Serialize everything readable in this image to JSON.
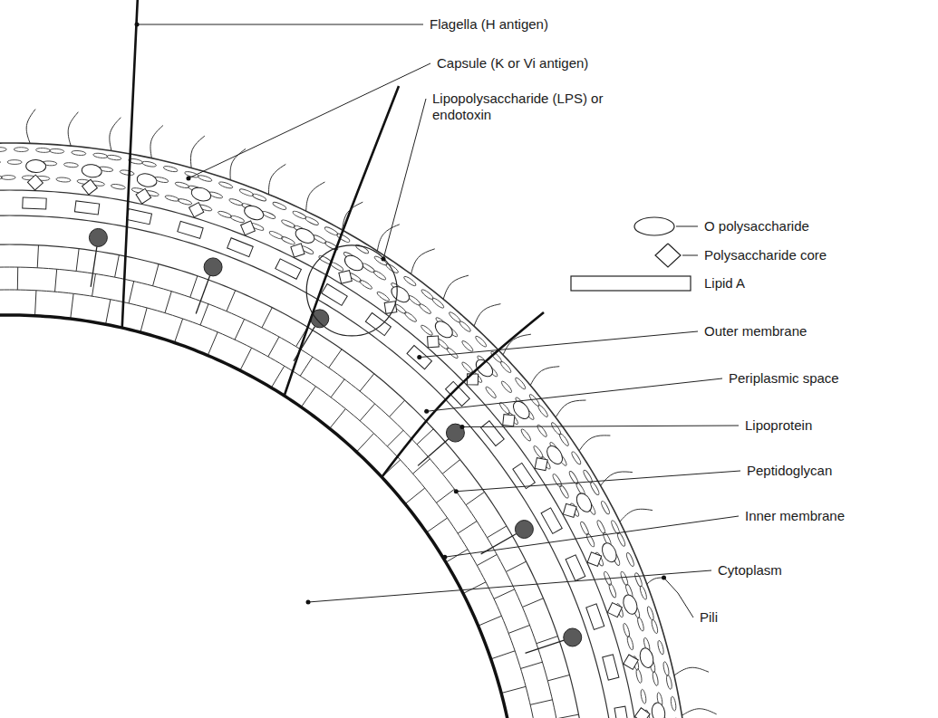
{
  "diagram": {
    "labels": [
      "Flagella (H antigen)",
      "Capsule (K or Vi antigen)",
      "Lipopolysaccharide (LPS) or endotoxin",
      "Outer membrane",
      "Periplasmic space",
      "Lipoprotein",
      "Peptidoglycan",
      "Inner membrane",
      "Cytoplasm",
      "Pili"
    ],
    "legend": [
      {
        "text": "O polysaccharide"
      },
      {
        "text": "Polysaccharide core"
      },
      {
        "text": "Lipid A"
      }
    ]
  }
}
